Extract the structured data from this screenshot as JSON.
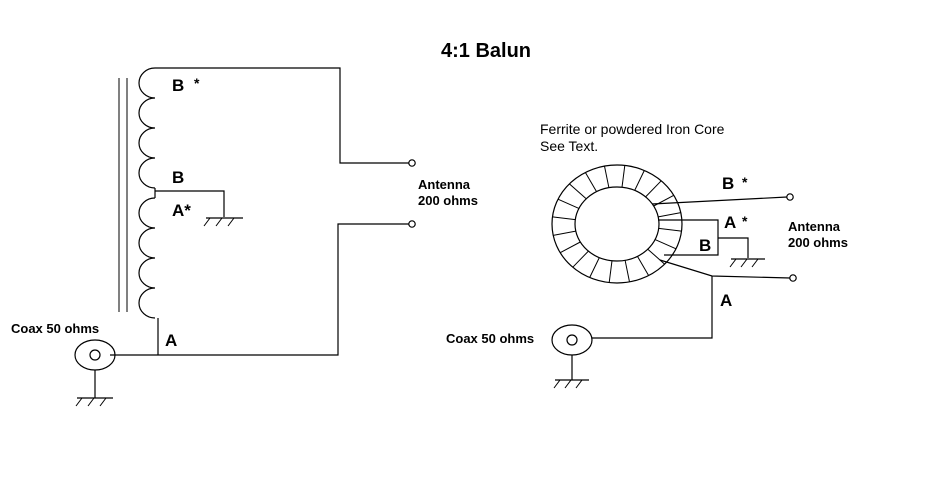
{
  "title": "4:1 Balun",
  "left": {
    "label_b_star": "B",
    "star_1": "*",
    "label_b": "B",
    "label_a_star": "A*",
    "label_a": "A",
    "antenna": "Antenna",
    "impedance_ant": "200 ohms",
    "coax": "Coax 50 ohms"
  },
  "right": {
    "core_line1": "Ferrite or powdered Iron Core",
    "core_line2": "See Text.",
    "label_b_star": "B",
    "star_1": "*",
    "label_a_star": "A",
    "star_2": "*",
    "label_b": "B",
    "label_a": "A",
    "antenna": "Antenna",
    "impedance_ant": "200 ohms",
    "coax": "Coax 50 ohms"
  },
  "colors": {
    "ink": "#000000",
    "background": "#ffffff"
  }
}
